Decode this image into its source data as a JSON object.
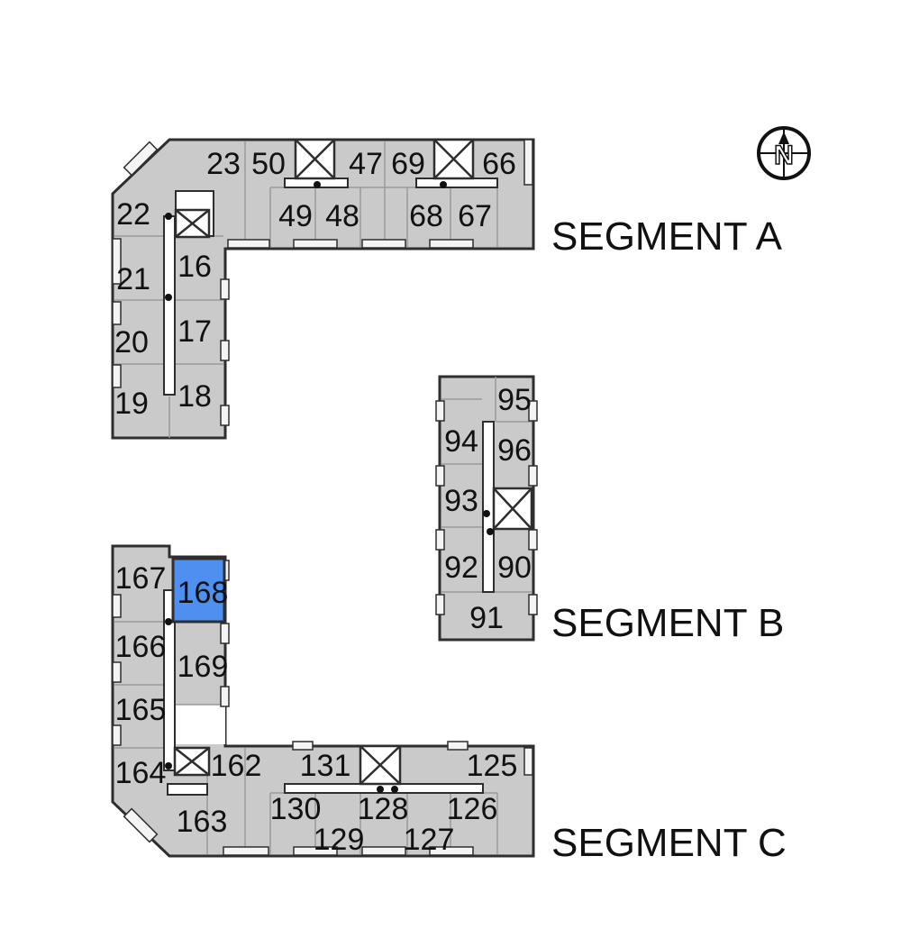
{
  "segments": {
    "a": {
      "label": "SEGMENT A"
    },
    "b": {
      "label": "SEGMENT B"
    },
    "c": {
      "label": "SEGMENT C"
    }
  },
  "compass": {
    "icon": "north-arrow-icon",
    "letter": "N"
  },
  "colors": {
    "unit": "#cacaca",
    "selected_unit": "#4f8ff0",
    "outline": "#2e2e2e"
  },
  "units": {
    "u23": "23",
    "u50": "50",
    "u47": "47",
    "u69": "69",
    "u66": "66",
    "u49": "49",
    "u48": "48",
    "u68": "68",
    "u67": "67",
    "u22": "22",
    "u16": "16",
    "u21": "21",
    "u17": "17",
    "u20": "20",
    "u19": "19",
    "u18": "18",
    "u95": "95",
    "u94": "94",
    "u96": "96",
    "u93": "93",
    "u92": "92",
    "u90": "90",
    "u91": "91",
    "u167": "167",
    "u168": "168",
    "u166": "166",
    "u169": "169",
    "u165": "165",
    "u164": "164",
    "u162": "162",
    "u163": "163",
    "u131": "131",
    "u125": "125",
    "u130": "130",
    "u128": "128",
    "u126": "126",
    "u129": "129",
    "u127": "127"
  },
  "selected_unit": "168"
}
